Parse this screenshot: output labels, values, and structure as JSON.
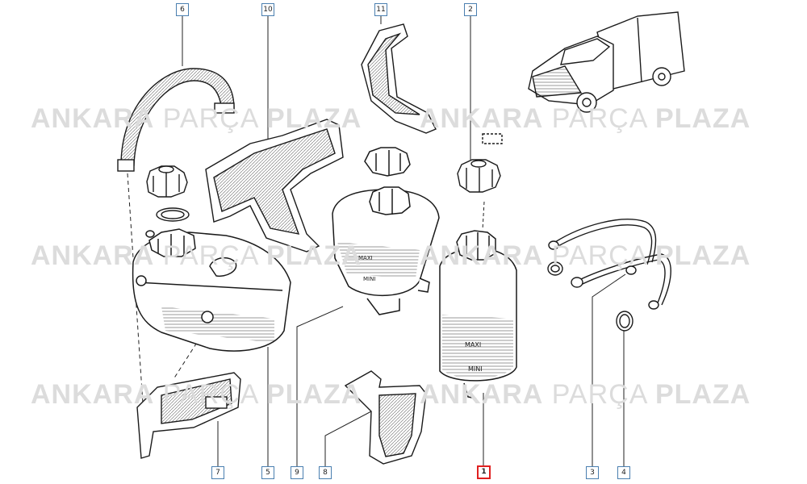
{
  "watermark": {
    "word1": "ANKARA",
    "word2": "PARÇA",
    "word3": "PLAZA"
  },
  "callouts": [
    {
      "id": "callout-6",
      "label": "6",
      "active": false
    },
    {
      "id": "callout-10",
      "label": "10",
      "active": false
    },
    {
      "id": "callout-11",
      "label": "11",
      "active": false
    },
    {
      "id": "callout-2",
      "label": "2",
      "active": false
    },
    {
      "id": "callout-7",
      "label": "7",
      "active": false
    },
    {
      "id": "callout-5",
      "label": "5",
      "active": false
    },
    {
      "id": "callout-9",
      "label": "9",
      "active": false
    },
    {
      "id": "callout-8",
      "label": "8",
      "active": false
    },
    {
      "id": "callout-1",
      "label": "1",
      "active": true
    },
    {
      "id": "callout-3",
      "label": "3",
      "active": false
    },
    {
      "id": "callout-4",
      "label": "4",
      "active": false
    }
  ],
  "tank_labels": {
    "maxi": "MAXI",
    "mini": "MINI"
  },
  "colors": {
    "line": "#1a1a1a",
    "callout_border": "#4a7fb0",
    "active_border": "#e02020",
    "watermark": "#dcdcdc"
  }
}
